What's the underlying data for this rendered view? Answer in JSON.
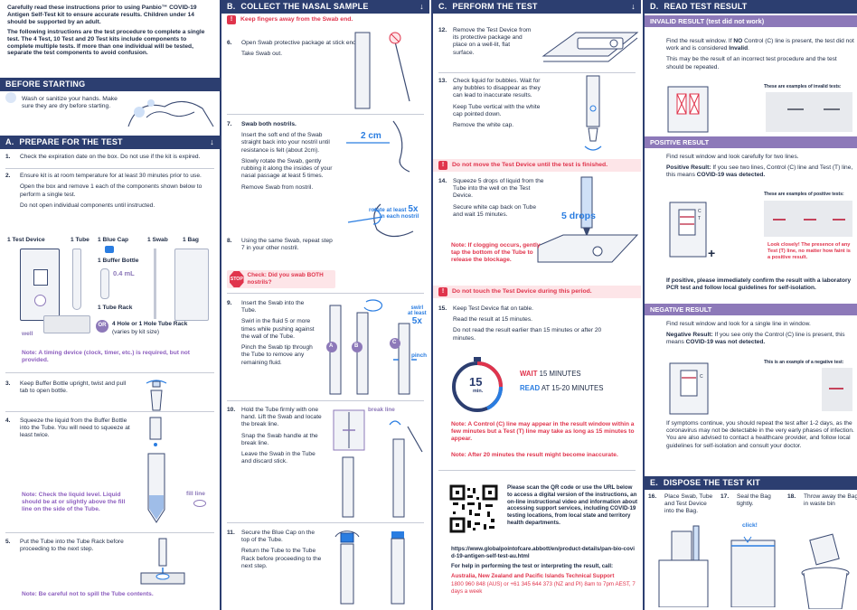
{
  "intro": {
    "p1": "Carefully read these instructions prior to using Panbio™ COVID-19 Antigen Self-Test kit to ensure accurate results.",
    "p1b": "Children under 14 should be supported by an adult.",
    "p2": "The following instructions are the test procedure to complete a single test. The 4 Test, 10 Test and 20 Test kits include components to complete multiple tests. If more than one individual will be tested, separate the test components to avoid confusion."
  },
  "before": {
    "title": "BEFORE STARTING",
    "text": "Wash or sanitize your hands. Make sure they are dry before starting."
  },
  "sectionA": {
    "letter": "A.",
    "title": "PREPARE FOR THE TEST",
    "s1": "Check the expiration date on the box. Do not use if the kit is expired.",
    "s2a": "Ensure kit is at room temperature for at least 30 minutes prior to use.",
    "s2b": "Open the box and remove 1 each of the components shown below to perform a single test.",
    "s2c": "Do not open individual components until instructed.",
    "comp_device": "1 Test Device",
    "comp_tube": "1 Tube",
    "comp_cap": "1 Blue Cap",
    "comp_swab": "1 Swab",
    "comp_bag": "1 Bag",
    "comp_bottle": "1 Buffer Bottle",
    "bottle_vol": "0.4 mL",
    "comp_rack": "1 Tube Rack",
    "or": "OR",
    "rack_alt": "4 Hole or 1 Hole Tube Rack",
    "rack_alt2": "(varies by kit size)",
    "well": "well",
    "note_timing": "Note: A timing device (clock, timer, etc.) is required, but not provided.",
    "s3": "Keep Buffer Bottle upright, twist and pull tab to open bottle.",
    "s4": "Squeeze the liquid from the Buffer Bottle into the Tube. You will need to squeeze at least twice.",
    "note_level": "Note: Check the liquid level. Liquid should be at or slightly above the fill line on the side of the Tube.",
    "fill_line": "fill line",
    "s5": "Put the Tube into the Tube Rack before proceeding to the next step.",
    "note_spill": "Note: Be careful not to spill the Tube contents."
  },
  "sectionB": {
    "letter": "B.",
    "title": "COLLECT THE NASAL SAMPLE",
    "warn_fingers": "Keep fingers away from the Swab end.",
    "s6a": "Open Swab protective package at stick end.",
    "s6b": "Take Swab out.",
    "s7title": "Swab both nostrils.",
    "s7a": "Insert the soft end of the Swab straight back into your nostril until resistance is felt (about 2cm).",
    "s7b": "Slowly rotate the Swab, gently rubbing it along the insides of your nasal passage at least 5 times.",
    "s7c": "Remove Swab from nostril.",
    "two_cm": "2 cm",
    "rotate1": "rotate at least",
    "rotate_x": "5x",
    "rotate2": "in each nostril",
    "s8": "Using the same Swab, repeat step 7 in your other nostril.",
    "stop": "STOP",
    "stop_q": "Check: Did you swab BOTH nostrils?",
    "s9a": "Insert the Swab into the Tube.",
    "s9b": "Swirl in the fluid 5 or more times while pushing against the wall of the Tube.",
    "s9c": "Pinch the Swab tip through the Tube to remove any remaining fluid.",
    "swirl1": "swirl",
    "swirl2": "at least",
    "swirl_x": "5x",
    "pinch": "pinch",
    "lblA": "A",
    "lblB": "B",
    "lblC": "C",
    "s10a": "Hold the Tube firmly with one hand. Lift the Swab and locate the break line.",
    "s10b": "Snap the Swab handle at the break line.",
    "s10c": "Leave the Swab in the Tube and discard stick.",
    "break_line": "break line",
    "s11a": "Secure the Blue Cap on the top of the Tube.",
    "s11b": "Return the Tube to the Tube Rack before proceeding to the next step."
  },
  "sectionC": {
    "letter": "C.",
    "title": "PERFORM THE TEST",
    "s12": "Remove the Test Device from its protective package and place on a well-lit, flat surface.",
    "s13a": "Check liquid for bubbles. Wait for any bubbles to disappear as they can lead to inaccurate results.",
    "s13b": "Keep Tube vertical with the white cap pointed down.",
    "s13c": "Remove the white cap.",
    "warn_move": "Do not move the Test Device until the test is finished.",
    "s14a": "Squeeze 5 drops of liquid from the Tube into the well on the Test Device.",
    "s14b": "Secure white cap back on Tube and wait 15 minutes.",
    "drops": "5 drops",
    "note_clog": "Note: If clogging occurs, gently tap the bottom of the Tube to release the blockage.",
    "warn_touch": "Do not touch the Test Device during this period.",
    "s15a": "Keep Test Device flat on table.",
    "s15b": "Read the result at 15 minutes.",
    "s15c": "Do not read the result earlier than 15 minutes or after 20 minutes.",
    "timer_num": "15",
    "timer_unit": "min.",
    "wait_lbl": "WAIT",
    "wait_val": "15 MINUTES",
    "read_lbl": "READ",
    "read_val": "AT 15-20 MINUTES",
    "note_ctrl": "Note: A Control (C) line may appear in the result window within a few minutes but a Test (T) line may take as long as 15 minutes to appear.",
    "note_20": "Note: After 20 minutes the result might become inaccurate.",
    "qr_text": "Please scan the QR code or use the URL below to access a digital version of the instructions, an on-line instructional video and information about accessing support services, including COVID-19 testing locations, from local state and territory health departments.",
    "url": "https://www.globalpointofcare.abbott/en/product-details/pan-bio-covid-19-antigen-self-test-au.html",
    "help": "For help in performing the test or interpreting the result, call:",
    "support_title": "Australia, New Zealand and Pacific Islands Technical Support",
    "support_phone": "1800 960 848 (AUS) or +61 345 644 373 (NZ and PI) 8am to 7pm AEST, 7 days a week"
  },
  "sectionD": {
    "letter": "D.",
    "title": "READ TEST RESULT",
    "invalid_hdr": "INVALID RESULT",
    "invalid_hdr2": "(test did not work)",
    "invalid_a_pre": "Find the result window. If ",
    "invalid_a_no": "NO",
    "invalid_a_post": " Control (C) line is present, the test did not work and is considered ",
    "invalid_word": "Invalid",
    "invalid_b": "This may be the result of an incorrect test procedure and the test should be repeated.",
    "invalid_examples": "These are examples of invalid tests:",
    "pos_hdr": "POSITIVE RESULT",
    "pos_a": "Find result window and look carefully for two lines.",
    "pos_b_lbl": "Positive Result:",
    "pos_b": "If you see two lines, Control (C) line and Test (T) line, this means",
    "pos_b2": "COVID-19 was detected.",
    "pos_examples": "These are examples of positive tests:",
    "look_closely": "Look closely! The presence of any Test (T) line, no matter how faint is a positive result.",
    "plus": "+",
    "pos_c": "If positive, please immediately confirm the result with a laboratory PCR test and follow local guidelines for self-isolation.",
    "neg_hdr": "NEGATIVE RESULT",
    "neg_a": "Find result window and look for a single line in window.",
    "neg_b_lbl": "Negative Result:",
    "neg_b": "If you see only the Control (C) line is present, this means",
    "neg_b2": "COVID-19 was not detected.",
    "neg_example": "This is an example of a negative test:",
    "symptoms": "If symptoms continue, you should repeat the test after 1-2 days, as the coronavirus may not be detectable in the very early phases of infection. You are also advised to contact a healthcare provider, and follow local guidelines for self-isolation and consult your doctor.",
    "c_lbl": "C",
    "t_lbl": "T"
  },
  "sectionE": {
    "letter": "E.",
    "title": "DISPOSE THE TEST KIT",
    "s16": "Place Swab, Tube and Test Device into the Bag.",
    "s17": "Seal the Bag tightly.",
    "click": "click!",
    "s18": "Throw away the Bag in waste bin"
  },
  "colors": {
    "navy": "#2c3e70",
    "purple": "#8d79b9",
    "red": "#e0344c",
    "blue": "#2a7de1"
  }
}
